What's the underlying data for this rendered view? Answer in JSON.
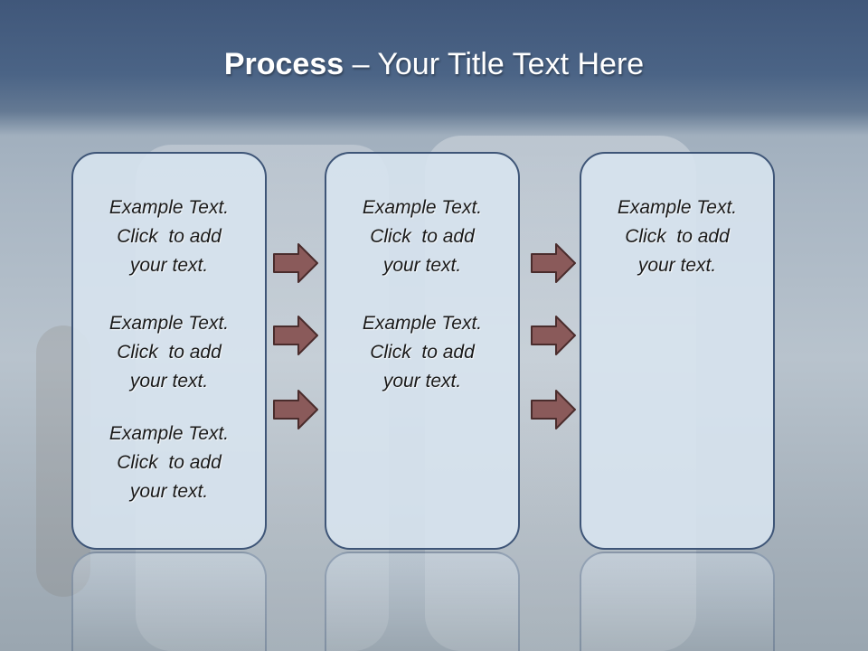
{
  "title": {
    "bold": "Process",
    "rest": " – Your Title Text Here"
  },
  "colors": {
    "title_band": "#4b6486",
    "box_fill": "#d7e3ee",
    "box_border": "#3e5577",
    "arrow_fill": "#8a5a5a",
    "arrow_border": "#4a2c2c"
  },
  "columns": [
    {
      "blocks": [
        {
          "line1": "Example Text.",
          "line2": "Click  to add",
          "line3": "your text."
        },
        {
          "line1": "Example Text.",
          "line2": "Click  to add",
          "line3": "your text."
        },
        {
          "line1": "Example Text.",
          "line2": "Click  to add",
          "line3": "your text."
        }
      ]
    },
    {
      "blocks": [
        {
          "line1": "Example Text.",
          "line2": "Click  to add",
          "line3": "your text."
        },
        {
          "line1": "Example Text.",
          "line2": "Click  to add",
          "line3": "your text."
        }
      ]
    },
    {
      "blocks": [
        {
          "line1": "Example Text.",
          "line2": "Click  to add",
          "line3": "your text."
        }
      ]
    }
  ],
  "arrows": {
    "icon": "right-arrow-icon",
    "count_between_col1_col2": 3,
    "count_between_col2_col3": 3
  }
}
